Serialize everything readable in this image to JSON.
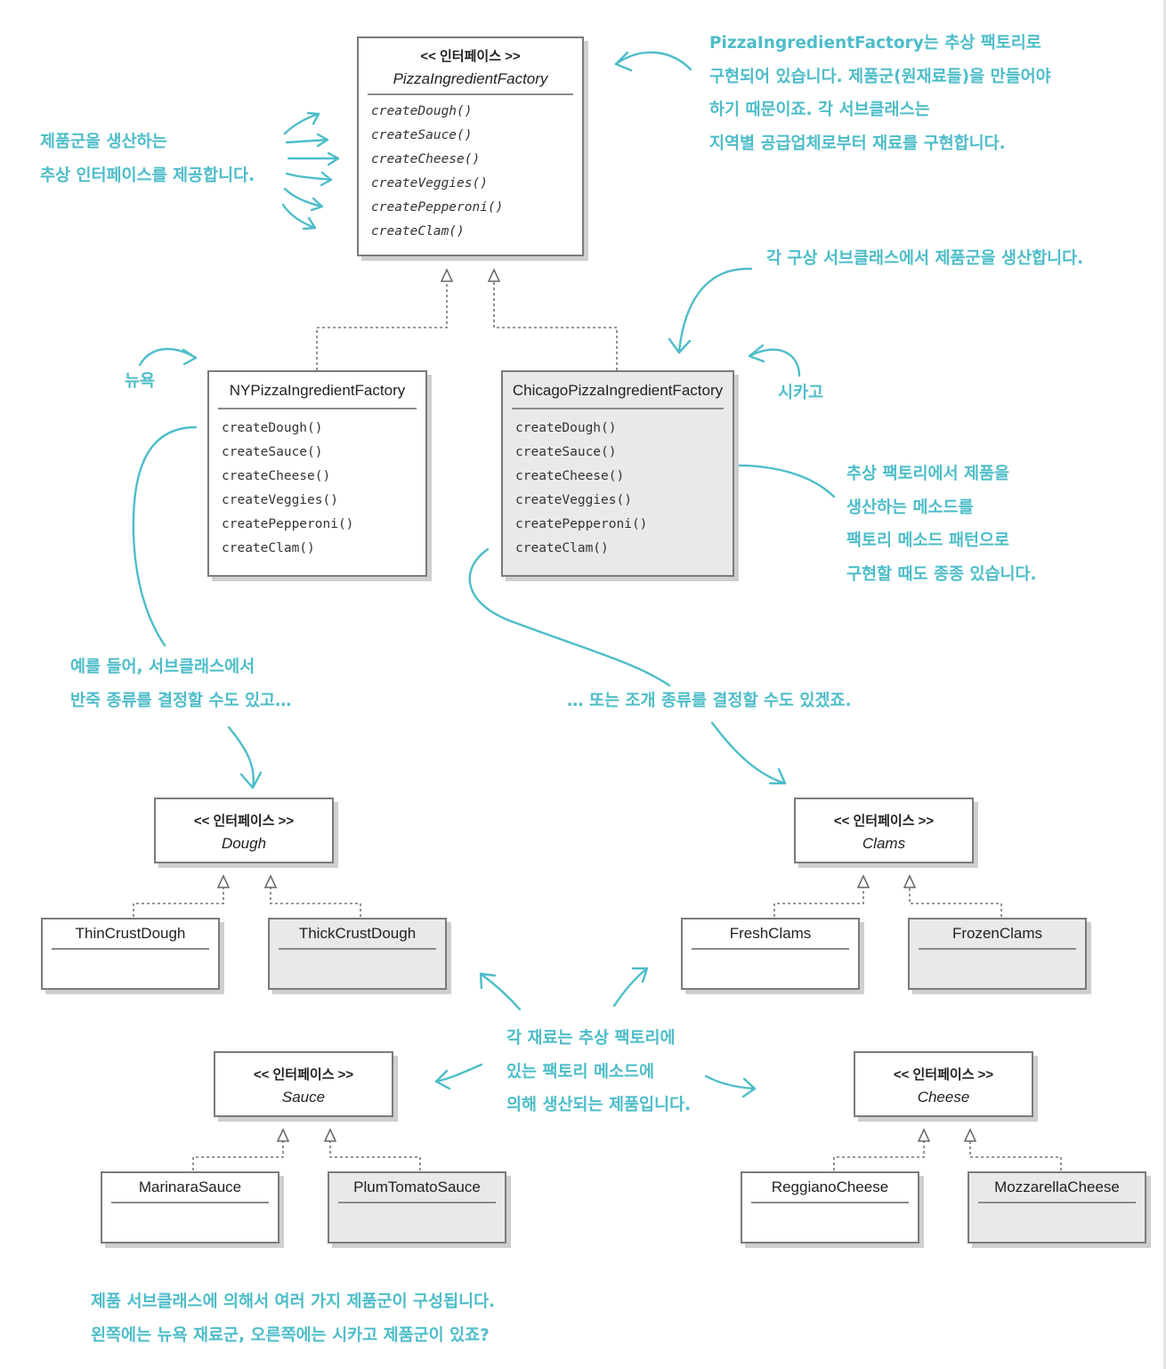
{
  "abstract_factory": {
    "stereotype": "<< 인터페이스 >>",
    "name": "PizzaIngredientFactory",
    "methods": [
      "createDough()",
      "createSauce()",
      "createCheese()",
      "createVeggies()",
      "createPepperoni()",
      "createClam()"
    ]
  },
  "ny_factory": {
    "name": "NYPizzaIngredientFactory",
    "methods": [
      "createDough()",
      "createSauce()",
      "createCheese()",
      "createVeggies()",
      "createPepperoni()",
      "createClam()"
    ]
  },
  "chicago_factory": {
    "name": "ChicagoPizzaIngredientFactory",
    "methods": [
      "createDough()",
      "createSauce()",
      "createCheese()",
      "createVeggies()",
      "createPepperoni()",
      "createClam()"
    ]
  },
  "interfaces": {
    "dough": {
      "stereotype": "<< 인터페이스 >>",
      "name": "Dough"
    },
    "clams": {
      "stereotype": "<< 인터페이스 >>",
      "name": "Clams"
    },
    "sauce": {
      "stereotype": "<< 인터페이스 >>",
      "name": "Sauce"
    },
    "cheese": {
      "stereotype": "<< 인터페이스 >>",
      "name": "Cheese"
    }
  },
  "products": {
    "thin_crust": "ThinCrustDough",
    "thick_crust": "ThickCrustDough",
    "fresh_clams": "FreshClams",
    "frozen_clams": "FrozenClams",
    "marinara": "MarinaraSauce",
    "plum_tomato": "PlumTomatoSauce",
    "reggiano": "ReggianoCheese",
    "mozzarella": "MozzarellaCheese"
  },
  "notes": {
    "top_right": [
      "PizzaIngredientFactory는 추상 팩토리로",
      "구현되어 있습니다. 제품군(원재료들)을 만들어야",
      "하기 때문이죠. 각 서브클래스는",
      "지역별 공급업체로부터 재료를 구현합니다."
    ],
    "top_left": [
      "제품군을 생산하는",
      "추상 인터페이스를 제공합니다."
    ],
    "concrete": "각 구상 서브클래스에서 제품군을 생산합니다.",
    "ny_label": "뉴욕",
    "chicago_label": "시카고",
    "factory_method": [
      "추상 팩토리에서 제품을",
      "생산하는 메소드를",
      "팩토리 메소드 패턴으로",
      "구현할 때도 종종 있습니다."
    ],
    "dough_example": [
      "예를 들어, 서브클래스에서",
      "반죽 종류를 결정할 수도 있고…"
    ],
    "clam_example": "… 또는 조개 종류를 결정할 수도 있겠죠.",
    "center": [
      "각 재료는 추상 팩토리에",
      "있는 팩토리 메소드에",
      "의해 생산되는 제품입니다."
    ],
    "bottom": [
      "제품 서브클래스에 의해서 여러 가지 제품군이 구성됩니다.",
      "왼쪽에는 뉴욕 재료군, 오른쪽에는 시카고 제품군이 있죠?"
    ]
  },
  "colors": {
    "annotation": "#4dbdc9",
    "border": "#7a7a7a",
    "shaded_box": "#e9e9e9"
  }
}
